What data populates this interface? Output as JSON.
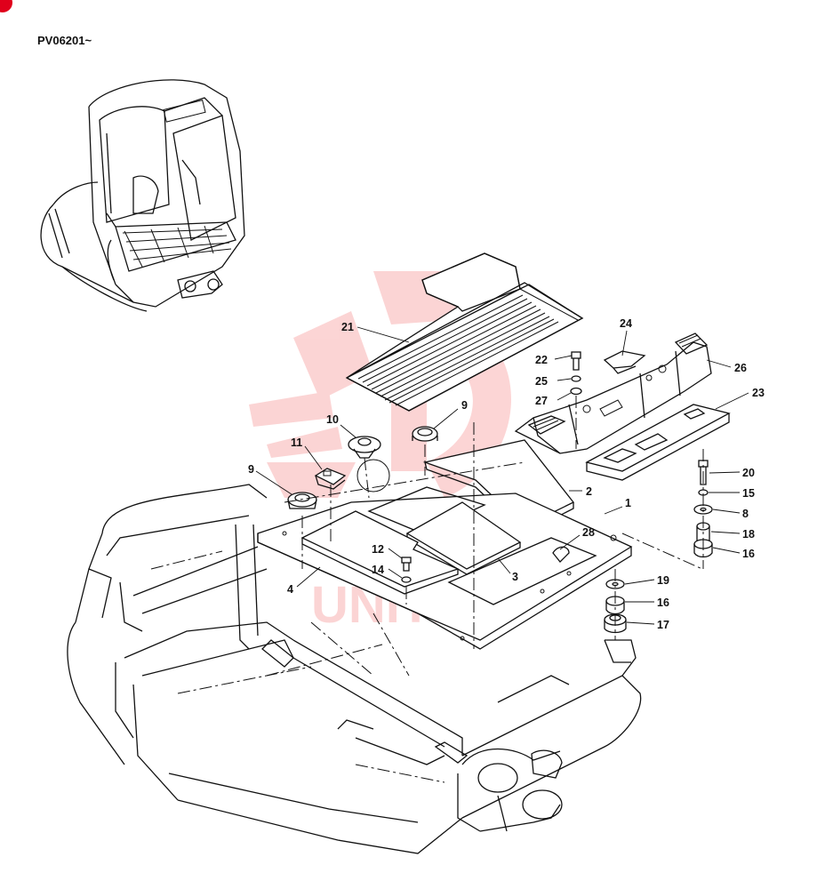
{
  "serial_range": "PV06201~",
  "watermark_text": "UNITEX",
  "colors": {
    "watermark": "#f04040",
    "line": "#111111",
    "badge": "#e0001b"
  },
  "callouts": [
    {
      "id": "c21",
      "text": "21"
    },
    {
      "id": "c24",
      "text": "24"
    },
    {
      "id": "c22",
      "text": "22"
    },
    {
      "id": "c26",
      "text": "26"
    },
    {
      "id": "c25",
      "text": "25"
    },
    {
      "id": "c27",
      "text": "27"
    },
    {
      "id": "c23",
      "text": "23"
    },
    {
      "id": "c10",
      "text": "10"
    },
    {
      "id": "c9a",
      "text": "9"
    },
    {
      "id": "c11",
      "text": "11"
    },
    {
      "id": "c9b",
      "text": "9"
    },
    {
      "id": "c2",
      "text": "2"
    },
    {
      "id": "c1",
      "text": "1"
    },
    {
      "id": "c20",
      "text": "20"
    },
    {
      "id": "c15",
      "text": "15"
    },
    {
      "id": "c8",
      "text": "8"
    },
    {
      "id": "c18",
      "text": "18"
    },
    {
      "id": "c16a",
      "text": "16"
    },
    {
      "id": "c28",
      "text": "28"
    },
    {
      "id": "c12",
      "text": "12"
    },
    {
      "id": "c14",
      "text": "14"
    },
    {
      "id": "c3",
      "text": "3"
    },
    {
      "id": "c4",
      "text": "4"
    },
    {
      "id": "c19",
      "text": "19"
    },
    {
      "id": "c16b",
      "text": "16"
    },
    {
      "id": "c17",
      "text": "17"
    }
  ]
}
